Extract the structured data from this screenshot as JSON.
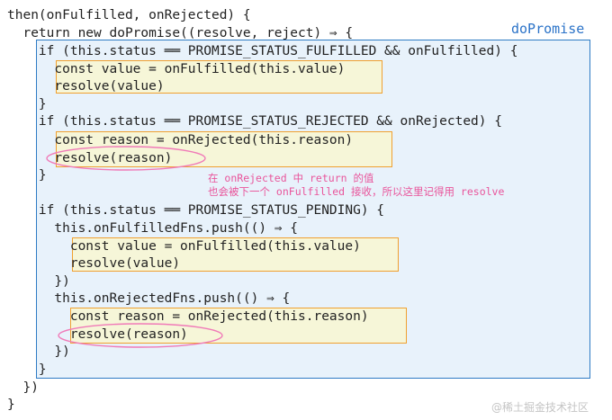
{
  "label": "doPromise",
  "code": [
    "then(onFulfilled, onRejected) {",
    "  return new doPromise((resolve, reject) ⇒ {",
    "    if (this.status ══ PROMISE_STATUS_FULFILLED && onFulfilled) {",
    "      const value = onFulfilled(this.value)",
    "      resolve(value)",
    "    }",
    "    if (this.status ══ PROMISE_STATUS_REJECTED && onRejected) {",
    "      const reason = onRejected(this.reason)",
    "      resolve(reason)",
    "    }",
    "",
    "    if (this.status ══ PROMISE_STATUS_PENDING) {",
    "      this.onFulfilledFns.push(() ⇒ {",
    "        const value = onFulfilled(this.value)",
    "        resolve(value)",
    "      })",
    "      this.onRejectedFns.push(() ⇒ {",
    "        const reason = onRejected(this.reason)",
    "        resolve(reason)",
    "      })",
    "    }",
    "  })",
    "}"
  ],
  "annotation": {
    "line1": "在 onRejected 中 return 的值",
    "line2": "也会被下一个 onFulfilled 接收，所以这里记得用 resolve"
  },
  "watermark": "@稀土掘金技术社区",
  "colors": {
    "box_border": "#2e7bc4",
    "box_fill": "#e8f2fb",
    "highlight_border": "#f0a030",
    "highlight_fill": "#f6f6d8",
    "annotation": "#e9559b"
  }
}
